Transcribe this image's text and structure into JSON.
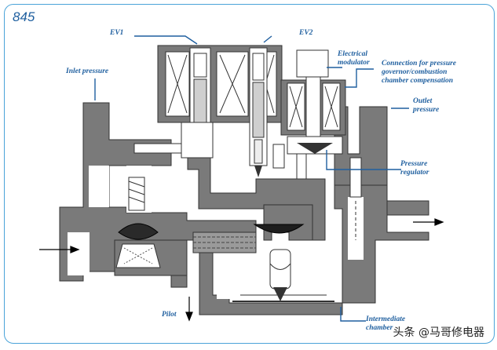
{
  "figure_number": "845",
  "labels": {
    "ev1": "EV1",
    "ev2": "EV2",
    "electrical_modulator": [
      "Electrical",
      "modulator"
    ],
    "connection": [
      "Connection for pressure",
      "governor/combustion",
      "chamber compensation"
    ],
    "inlet_pressure": "Inlet pressure",
    "outlet_pressure": [
      "Outlet",
      "pressure"
    ],
    "pressure_regulator": [
      "Pressure",
      "regulator"
    ],
    "pilot": "Pilot",
    "intermediate_chamber": [
      "Intermediate",
      "chamber"
    ]
  },
  "watermark": "头条 @马哥修电器",
  "colors": {
    "body": "#7a7a7a",
    "channel": "#ffffff",
    "label": "#1f5f9f",
    "leader": "#1f5f9f",
    "border": "#4aa3d9"
  }
}
